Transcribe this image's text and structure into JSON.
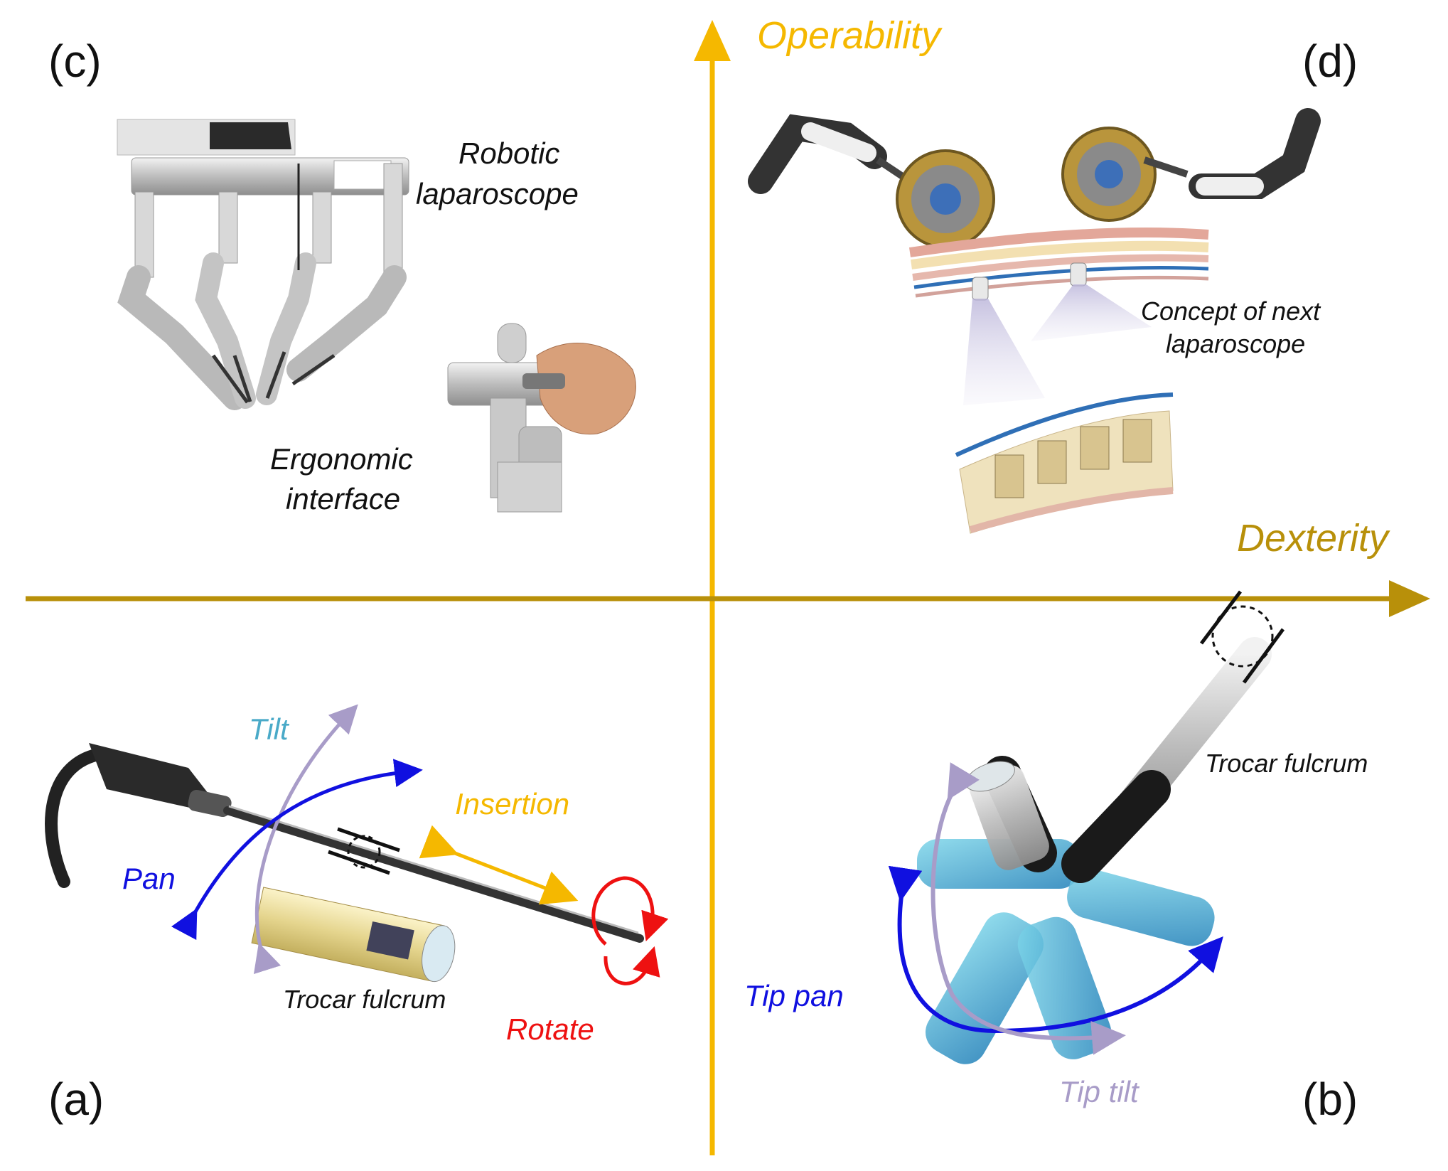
{
  "axes": {
    "y_label": "Operability",
    "x_label": "Dexterity",
    "y_color": "#f5b800",
    "x_color": "#b8900a"
  },
  "quadrants": {
    "c": {
      "tag": "(c)",
      "label_robotic_line1": "Robotic",
      "label_robotic_line2": "laparoscope",
      "label_ergo_line1": "Ergonomic",
      "label_ergo_line2": "interface"
    },
    "d": {
      "tag": "(d)",
      "concept_line1": "Concept of next",
      "concept_line2": "laparoscope"
    },
    "a": {
      "tag": "(a)",
      "tilt": "Tilt",
      "pan": "Pan",
      "insertion": "Insertion",
      "rotate": "Rotate",
      "trocar": "Trocar fulcrum"
    },
    "b": {
      "tag": "(b)",
      "trocar": "Trocar fulcrum",
      "tip_pan": "Tip pan",
      "tip_tilt": "Tip tilt"
    }
  },
  "colors": {
    "tilt": "#4aaac8",
    "tilt_arrow": "#a89cc8",
    "pan": "#1010e0",
    "insertion": "#f5b800",
    "rotate": "#ee1111",
    "tip_tilt": "#a89cc8"
  }
}
